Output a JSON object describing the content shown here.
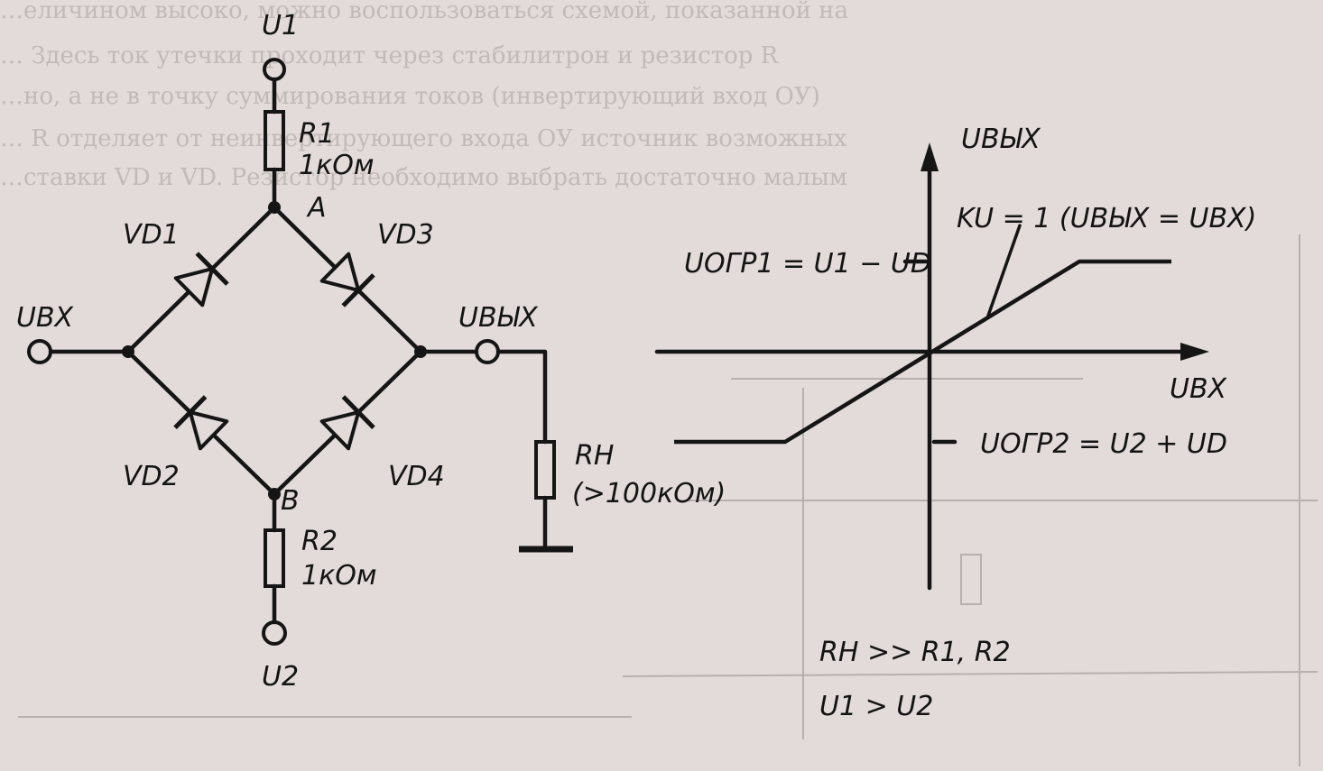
{
  "circuit": {
    "u1": "U1",
    "u2": "U2",
    "r1_name": "R1",
    "r1_value": "1кОм",
    "r2_name": "R2",
    "r2_value": "1кОм",
    "node_a": "A",
    "node_b": "B",
    "vd1": "VD1",
    "vd2": "VD2",
    "vd3": "VD3",
    "vd4": "VD4",
    "u_in": "UВХ",
    "u_out": "UВЫХ",
    "rh_name": "RН",
    "rh_value": "(>100кОм)"
  },
  "graph": {
    "y_axis_label": "UВЫХ",
    "x_axis_label": "UВХ",
    "ku_label": "KU = 1 (UВЫХ = UВХ)",
    "u_ogr1": "UОГР1 = U1 − UD",
    "u_ogr2": "UОГР2 = U2 + UD",
    "note1": "RН >> R1, R2",
    "note2": "U1 > U2"
  },
  "background_text": [
    "…еличином высоко, можно воспользоваться схемой, показанной на",
    "… Здесь ток утечки проходит через стабилитрон и резистор R",
    "…но, а не в точку суммирования токов (инвертирующий вход ОУ)",
    "… R отделяет от неинвертирующего входа ОУ источник возможных",
    "…ставки VD и VD. Резистор необходимо выбрать достаточно малым"
  ],
  "colors": {
    "paper": "#e2dbda",
    "ink": "#151515"
  }
}
